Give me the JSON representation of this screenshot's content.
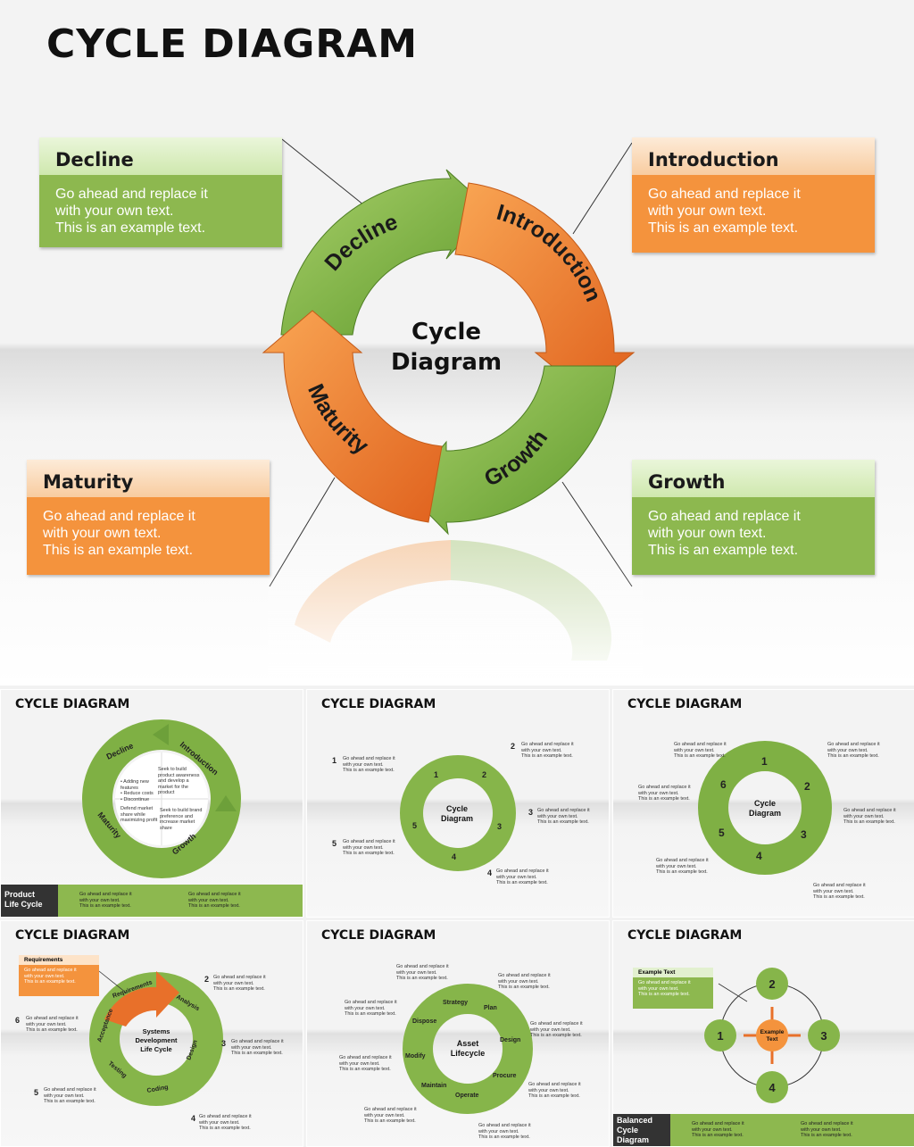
{
  "title": "CYCLE DIAGRAM",
  "center_label": [
    "Cycle",
    "Diagram"
  ],
  "arcs": [
    "Decline",
    "Introduction",
    "Growth",
    "Maturity"
  ],
  "callouts": [
    {
      "heading": "Decline",
      "lines": [
        "Go ahead and replace it",
        "with your own text.",
        "This is an example text."
      ]
    },
    {
      "heading": "Introduction",
      "lines": [
        "Go ahead and replace it",
        "with your own text.",
        "This is an example text."
      ]
    },
    {
      "heading": "Maturity",
      "lines": [
        "Go ahead and replace it",
        "with your own text.",
        "This is an example text."
      ]
    },
    {
      "heading": "Growth",
      "lines": [
        "Go ahead and replace it",
        "with your own text.",
        "This is an example text."
      ]
    }
  ],
  "colors": {
    "green": "#8db84f",
    "orange": "#f4933d",
    "dark_green": "#5f9a2c",
    "dark_orange": "#e8702a"
  },
  "thumbnails": [
    {
      "title": "CYCLE DIAGRAM",
      "footer_label": "Product\nLife Cycle",
      "arcs": [
        "Decline",
        "Introduction",
        "Growth",
        "Maturity"
      ],
      "footer_text": "Go ahead and replace it\nwith your own text.\nThis is an example text.",
      "inner_text": [
        "• Adding new\n  features\n• Reduce costs\n• Discontinue",
        "Seek to build\nproduct awareness\nand develop a\nmarket for the\nproduct",
        "Defend market\nshare while\nmaximizing profit",
        "Seek to build brand\npreference and\nincrease market\nshare"
      ]
    },
    {
      "title": "CYCLE DIAGRAM",
      "center": "Cycle\nDiagram",
      "numbers": [
        "1",
        "2",
        "3",
        "4",
        "5"
      ],
      "text": "Go ahead and replace it\nwith your own text.\nThis is an example text."
    },
    {
      "title": "CYCLE DIAGRAM",
      "center": "Cycle\nDiagram",
      "numbers": [
        "1",
        "2",
        "3",
        "4",
        "5",
        "6"
      ],
      "text": "Go ahead and replace it\nwith your own text.\nThis is an example text."
    },
    {
      "title": "CYCLE DIAGRAM",
      "center": "Systems\nDevelopment\nLife Cycle",
      "arcs": [
        "Requirements",
        "Analysis",
        "Design",
        "Coding",
        "Testing",
        "Acceptance"
      ],
      "numbers": [
        "2",
        "3",
        "4",
        "5",
        "6"
      ],
      "box_title": "Requirements",
      "text": "Go ahead and replace it\nwith your own text.\nThis is an example text."
    },
    {
      "title": "CYCLE DIAGRAM",
      "center": "Asset\nLifecycle",
      "arcs": [
        "Strategy",
        "Plan",
        "Design",
        "Procure",
        "Operate",
        "Maintain",
        "Modify",
        "Dispose"
      ],
      "text": "Go ahead and replace it\nwith your own text.\nThis is an example text."
    },
    {
      "title": "CYCLE DIAGRAM",
      "center": "Example\nText",
      "numbers": [
        "1",
        "2",
        "3",
        "4"
      ],
      "box_title": "Example Text",
      "footer_label": "Balanced\nCycle\nDiagram",
      "text": "Go ahead and replace it\nwith your own text.\nThis is an example text."
    }
  ]
}
